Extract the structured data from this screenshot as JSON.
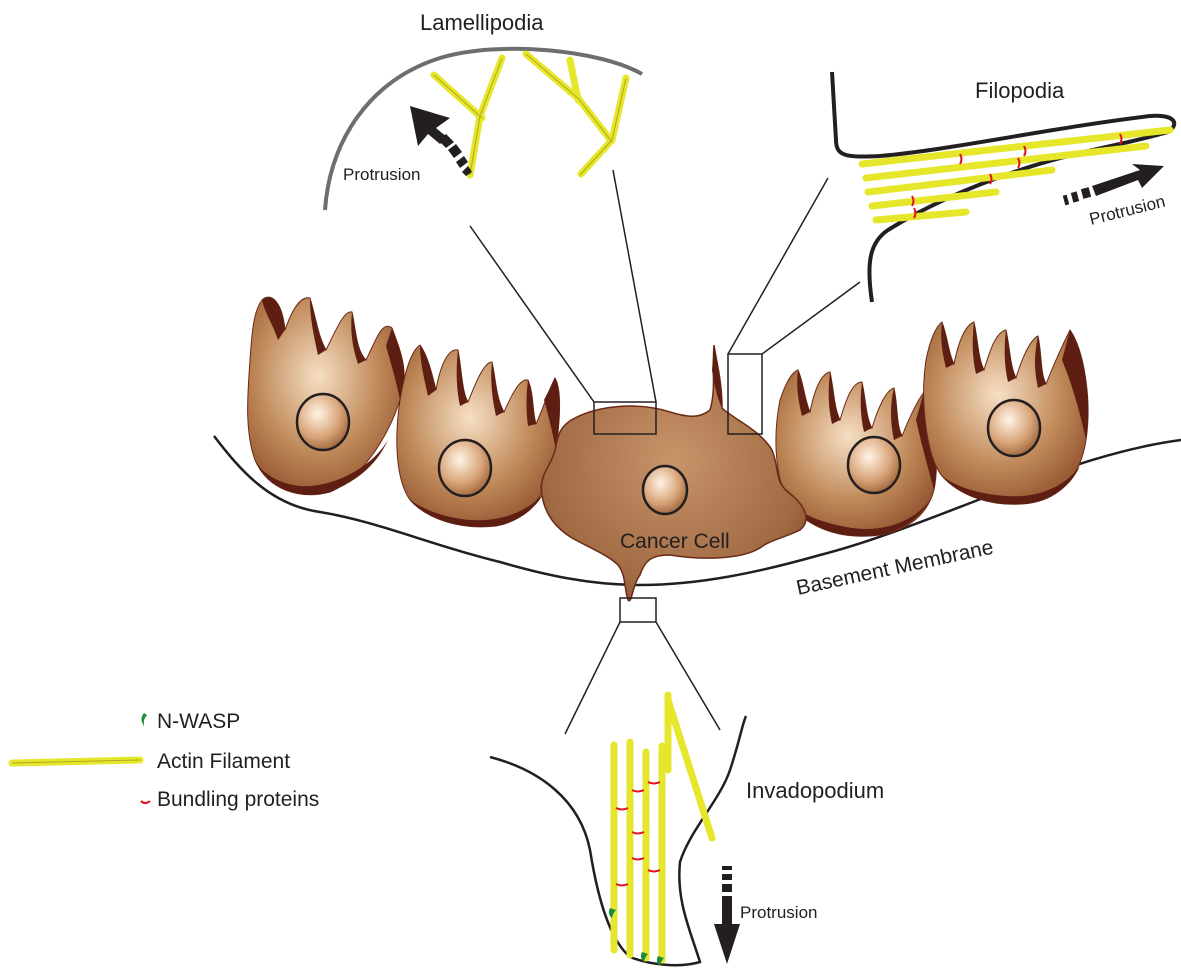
{
  "labels": {
    "lamellipodia": "Lamellipodia",
    "filopodia": "Filopodia",
    "invadopodium": "Invadopodium",
    "cancer_cell": "Cancer Cell",
    "basement_membrane": "Basement Membrane",
    "protrusion_lamellipodia": "Protrusion",
    "protrusion_filopodia": "Protrusion",
    "protrusion_invadopodium": "Protrusion"
  },
  "legend": {
    "items": [
      {
        "label": "N-WASP",
        "icon": "n-wasp-icon",
        "color": "#1a8c3c"
      },
      {
        "label": "Actin Filament",
        "icon": "actin-filament-icon",
        "color": "#e6e62a"
      },
      {
        "label": "Bundling proteins",
        "icon": "bundling-protein-icon",
        "color": "#e0141e"
      }
    ]
  },
  "colors": {
    "cell_light": "#f4dcc0",
    "cell_mid": "#b0784a",
    "cell_dark": "#5e1e12",
    "actin": "#e6e62a",
    "actin_edge": "#b0a820",
    "bundling": "#e0141e",
    "nwasp": "#1a8c3c",
    "outline": "#231f20"
  }
}
